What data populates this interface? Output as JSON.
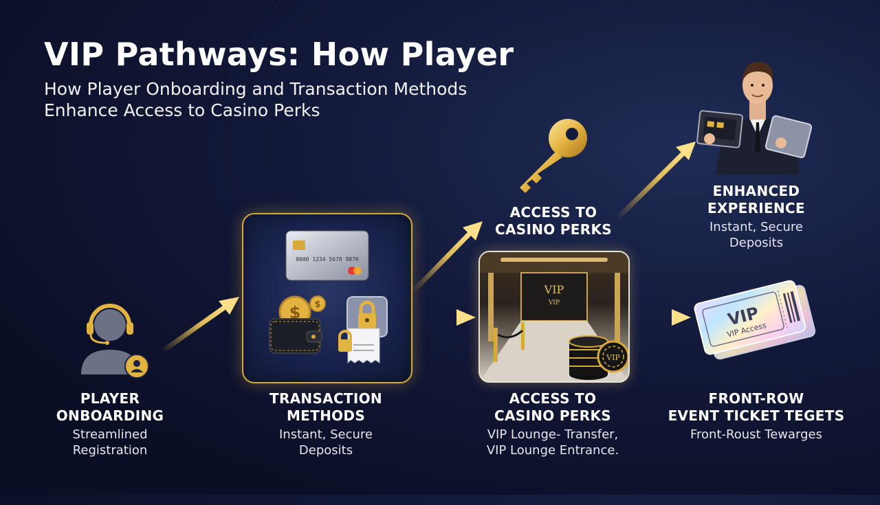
{
  "header": {
    "title": "VIP Pathways: How Player",
    "subtitle_line1": "How Player Onboarding and Transaction Methods",
    "subtitle_line2": "Enhance Access to Casino Perks"
  },
  "steps": {
    "onboarding": {
      "title_line1": "PLAYER",
      "title_line2": "ONBOARDING",
      "desc_line1": "Streamlined",
      "desc_line2": "Registration"
    },
    "transaction": {
      "title_line1": "TRANSACTION",
      "title_line2": "METHODS",
      "desc_line1": "Instant, Secure",
      "desc_line2": "Deposits"
    },
    "perks_top": {
      "title_line1": "ACCESS TO",
      "title_line2": "CASINO PERKS"
    },
    "perks_bottom": {
      "title_line1": "ACCESS TO",
      "title_line2": "CASINO PERKS",
      "desc_line1": "VIP Lounge- Transfer,",
      "desc_line2": "VIP Lounge Entrance."
    },
    "enhanced": {
      "title_line1": "ENHANCED",
      "title_line2": "EXPERIENCE",
      "desc_line1": "Instant, Secure",
      "desc_line2": "Deposits"
    },
    "front_row": {
      "title_line1": "FRONT-ROW",
      "title_line2": "EVENT TICKET TEGETS",
      "desc_line1": "Front-Roust Tewarges"
    }
  },
  "illustrations": {
    "card_number": "0000 1234 5678 9876",
    "lounge_sign_line1": "VIP",
    "lounge_sign_line2": "VIP",
    "chip_label": "VIP",
    "ticket_label": "VIP",
    "ticket_sublabel": "VIP Access",
    "coin_symbol": "$"
  },
  "colors": {
    "background": "#121838",
    "accent_gold": "#e3b341",
    "text_primary": "#ffffff",
    "text_secondary": "#e6e6ee"
  },
  "icons": [
    "headset-agent-icon",
    "user-badge-icon",
    "credit-card-icon",
    "wallet-icon",
    "coin-icon",
    "padlock-icon",
    "receipt-icon",
    "key-icon",
    "vip-lounge-image",
    "poker-chips-icon",
    "vip-ticket-icon",
    "host-with-tablets-icon"
  ]
}
